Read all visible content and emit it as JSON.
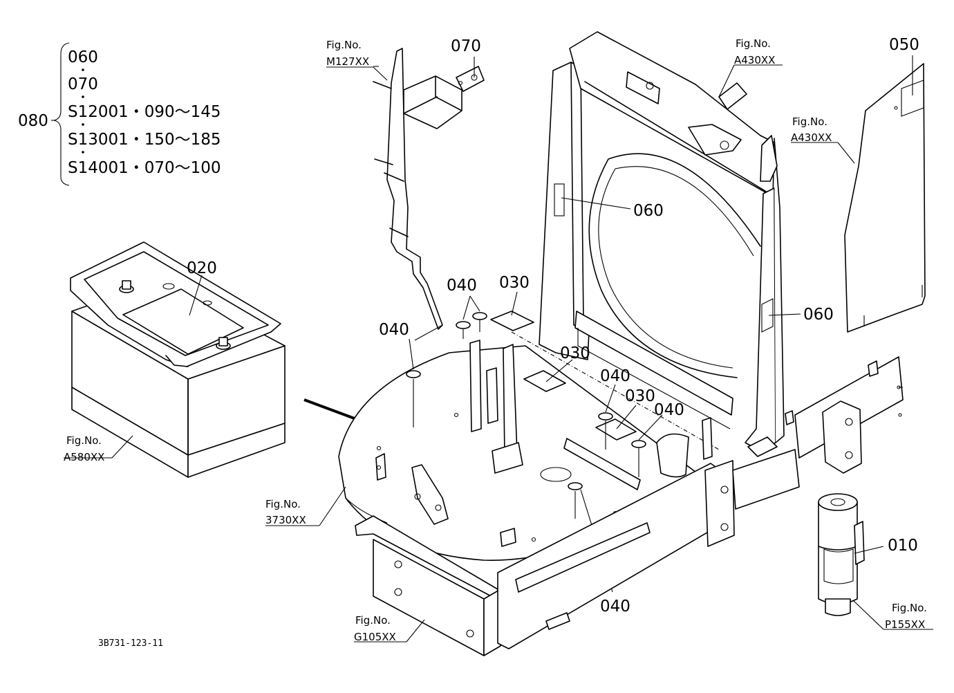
{
  "callouts": {
    "c010": "010",
    "c020": "020",
    "c030a": "030",
    "c030b": "030",
    "c030c": "030",
    "c040a": "040",
    "c040b": "040",
    "c040c": "040",
    "c040d": "040",
    "c040e": "040",
    "c050": "050",
    "c060a": "060",
    "c060b": "060",
    "c070": "070",
    "c080": "080"
  },
  "serial_list": [
    "060",
    "070",
    "S12001・090～145",
    "S13001・150～185",
    "S14001・070～100"
  ],
  "fig_refs": {
    "m127": {
      "label": "Fig.No.",
      "code": "M127XX"
    },
    "a430_top": {
      "label": "Fig.No.",
      "code": "A430XX"
    },
    "a430_right": {
      "label": "Fig.No.",
      "code": "A430XX"
    },
    "a580": {
      "label": "Fig.No.",
      "code": "A580XX"
    },
    "x3730": {
      "label": "Fig.No.",
      "code": "3730XX"
    },
    "g105": {
      "label": "Fig.No.",
      "code": "G105XX"
    },
    "p155": {
      "label": "Fig.No.",
      "code": "P155XX"
    }
  },
  "drawing_code": "3B731-123-11",
  "colors": {
    "line": "#000000",
    "background": "#ffffff"
  }
}
